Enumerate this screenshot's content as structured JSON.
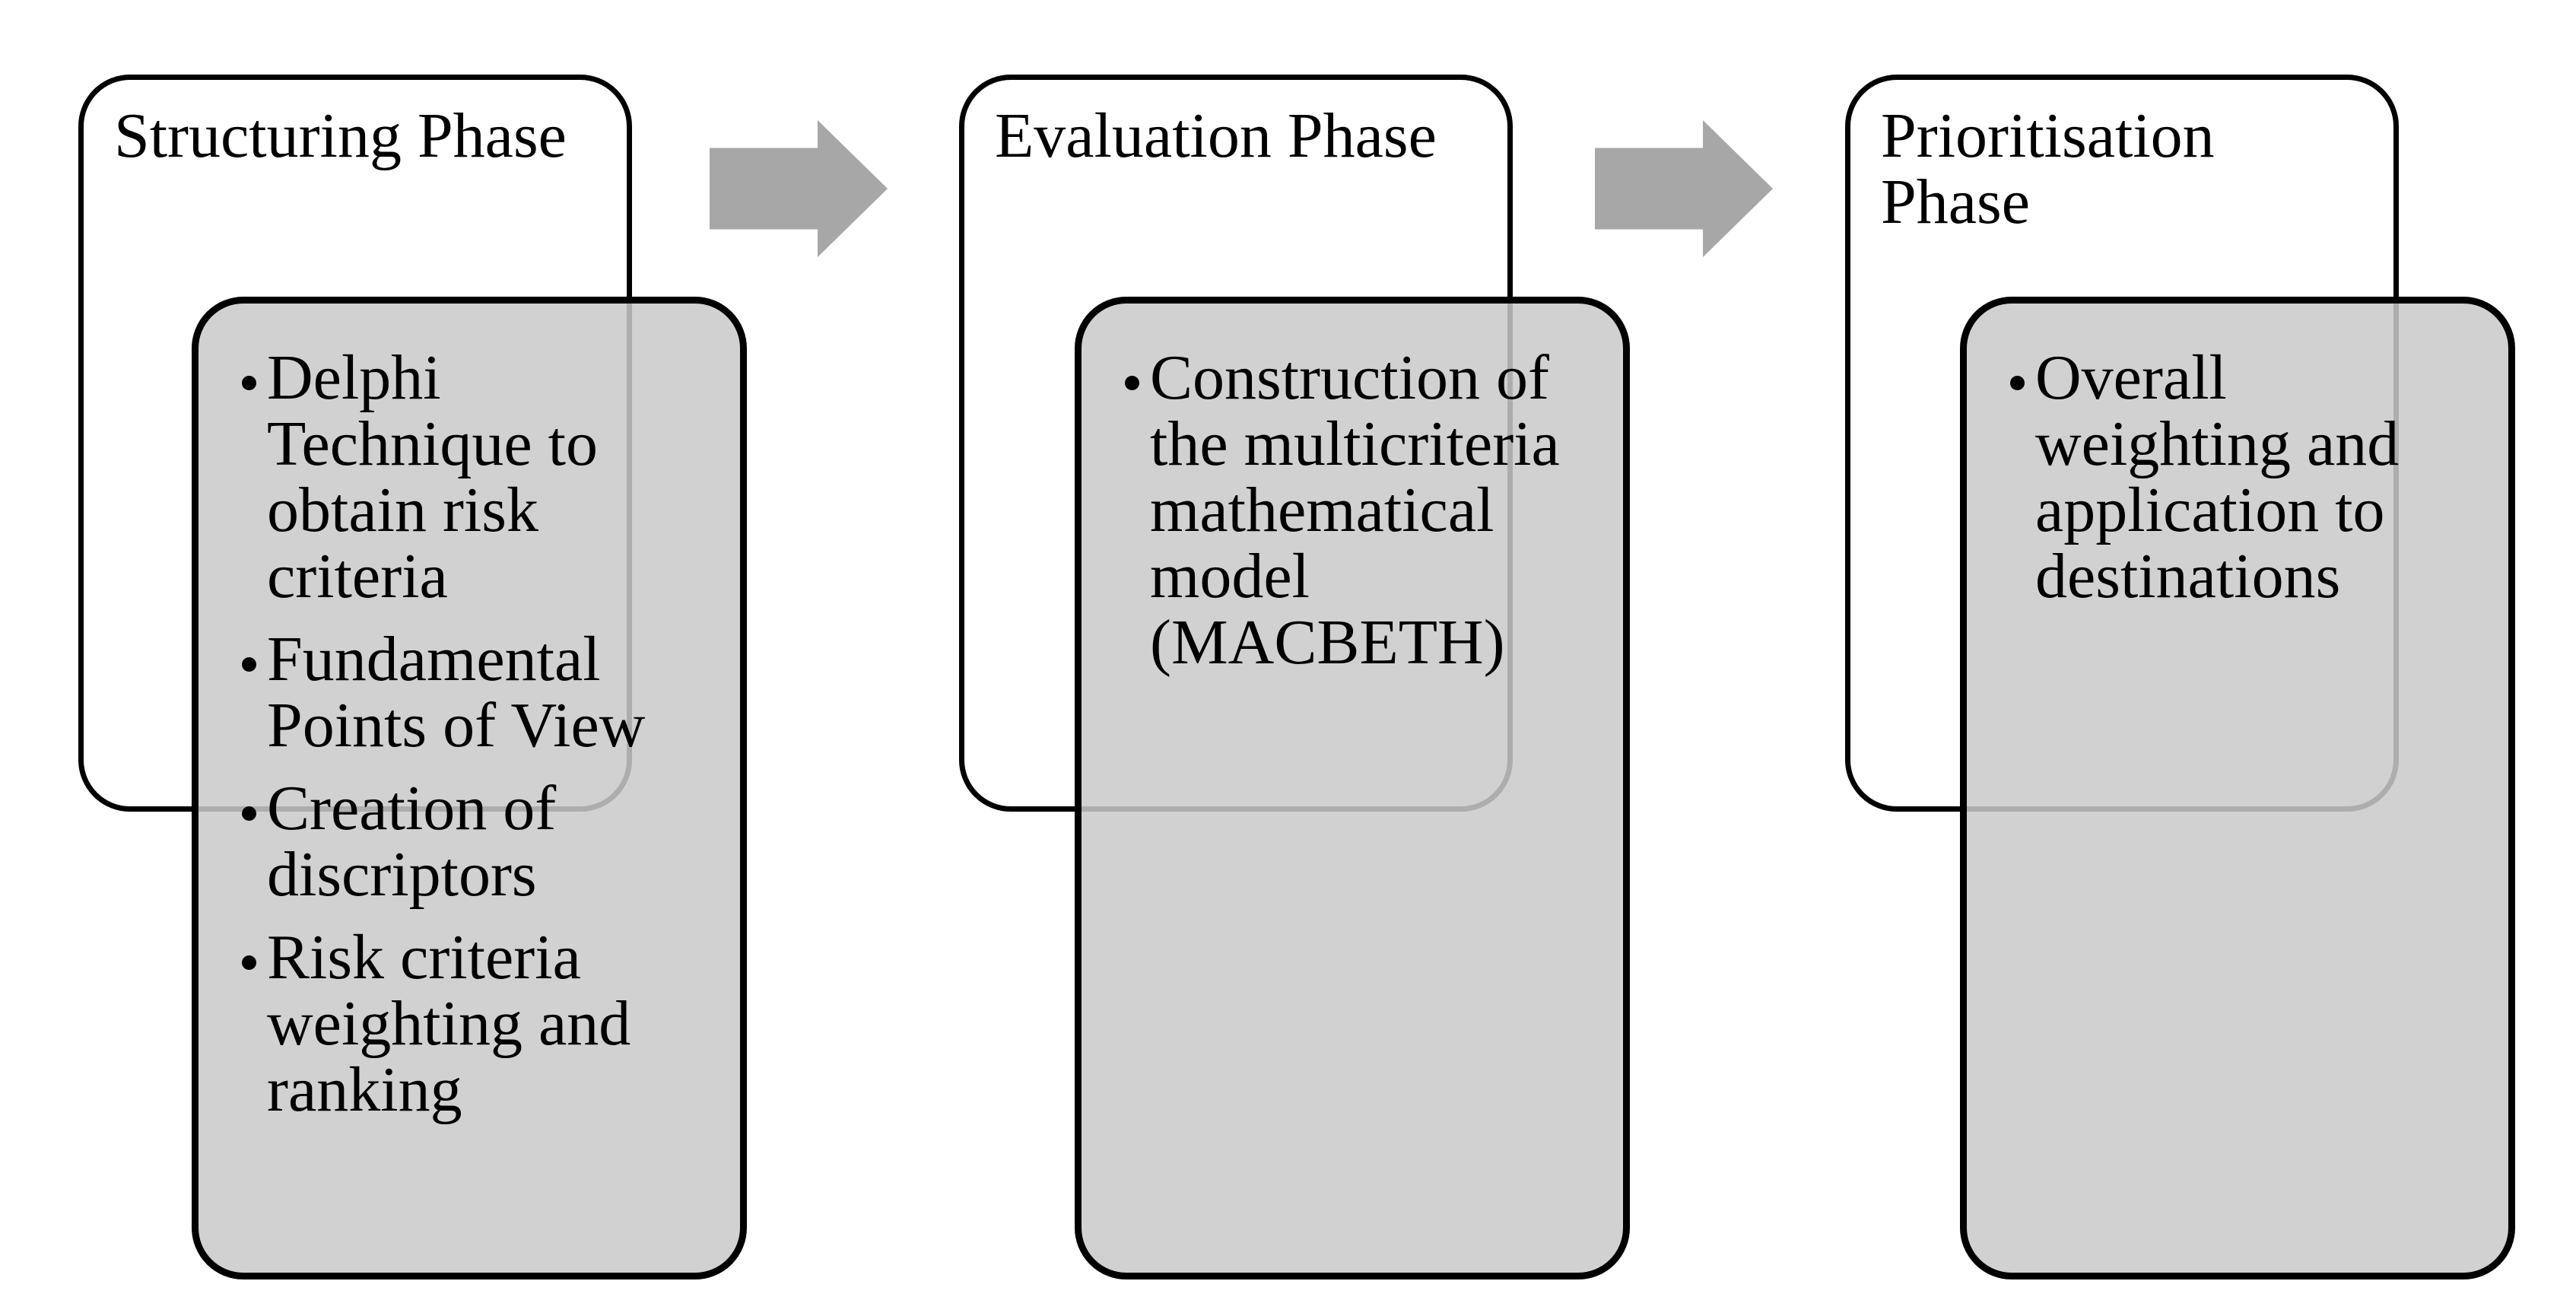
{
  "colors": {
    "background": "#ffffff",
    "box_border": "#000000",
    "phase_box_fill": "#ffffff",
    "task_panel_fill": "#d2d2d2",
    "panel_overlap_line": "#acacac",
    "arrow": "#a7a7a7",
    "text": "#000000"
  },
  "phases": [
    {
      "title": "Structuring Phase",
      "bullets": [
        "Delphi\nTechnique to\nobtain risk\ncriteria",
        "Fundamental\nPoints of View",
        "Creation of\ndiscriptors",
        "Risk criteria\nweighting and\nranking"
      ]
    },
    {
      "title": "Evaluation Phase",
      "bullets": [
        "Construction of\nthe multicriteria\nmathematical\nmodel\n(MACBETH)"
      ]
    },
    {
      "title": "Prioritisation\nPhase",
      "bullets": [
        "Overall\nweighting and\napplication to\ndestinations"
      ]
    }
  ]
}
